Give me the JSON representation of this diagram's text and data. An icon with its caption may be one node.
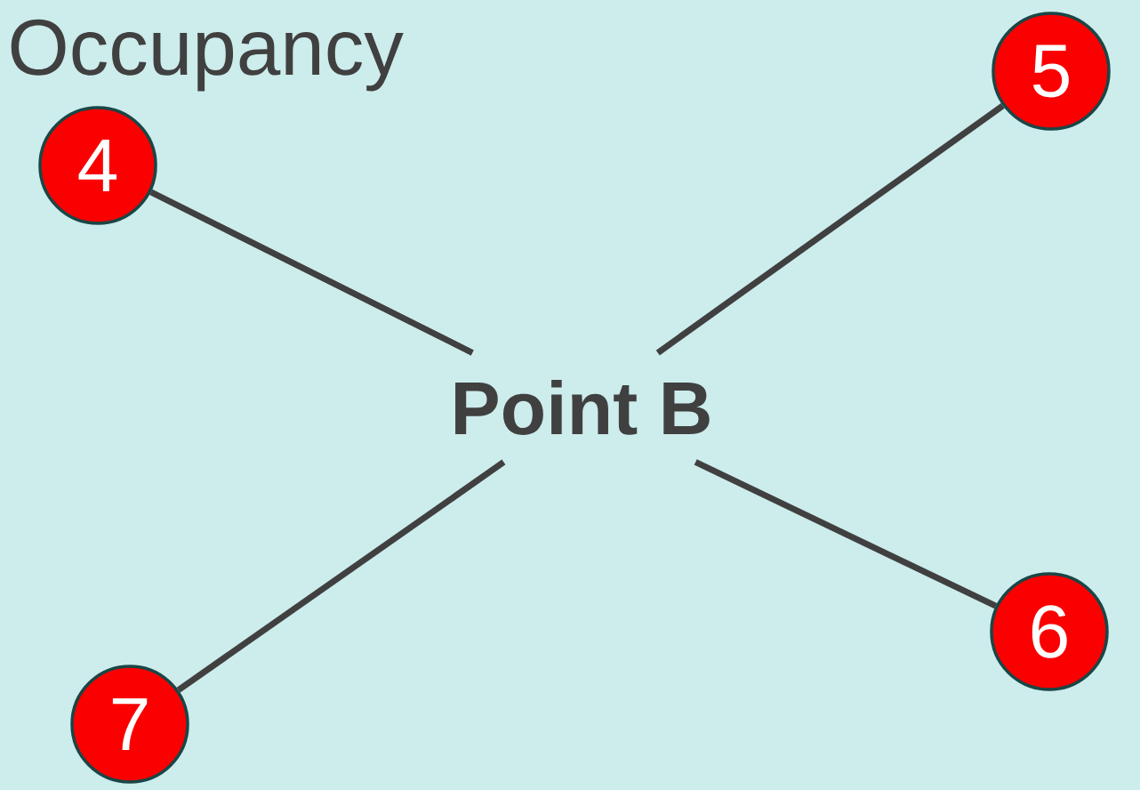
{
  "diagram": {
    "nodes": [
      {
        "text": [
          "4"
        ]
      },
      {
        "text": [
          "5"
        ]
      },
      {
        "text": [
          "Point B"
        ]
      },
      {
        "text": [
          "6"
        ]
      },
      {
        "text": [
          "7"
        ]
      }
    ],
    "edges": [
      {
        "from": 0,
        "to": 2,
        "arrow": "none"
      },
      {
        "from": 1,
        "to": 2,
        "arrow": "none"
      },
      {
        "from": 3,
        "to": 2,
        "arrow": "none"
      },
      {
        "from": 4,
        "to": 2,
        "arrow": "none"
      }
    ],
    "labels": [
      "Occupancy"
    ]
  }
}
